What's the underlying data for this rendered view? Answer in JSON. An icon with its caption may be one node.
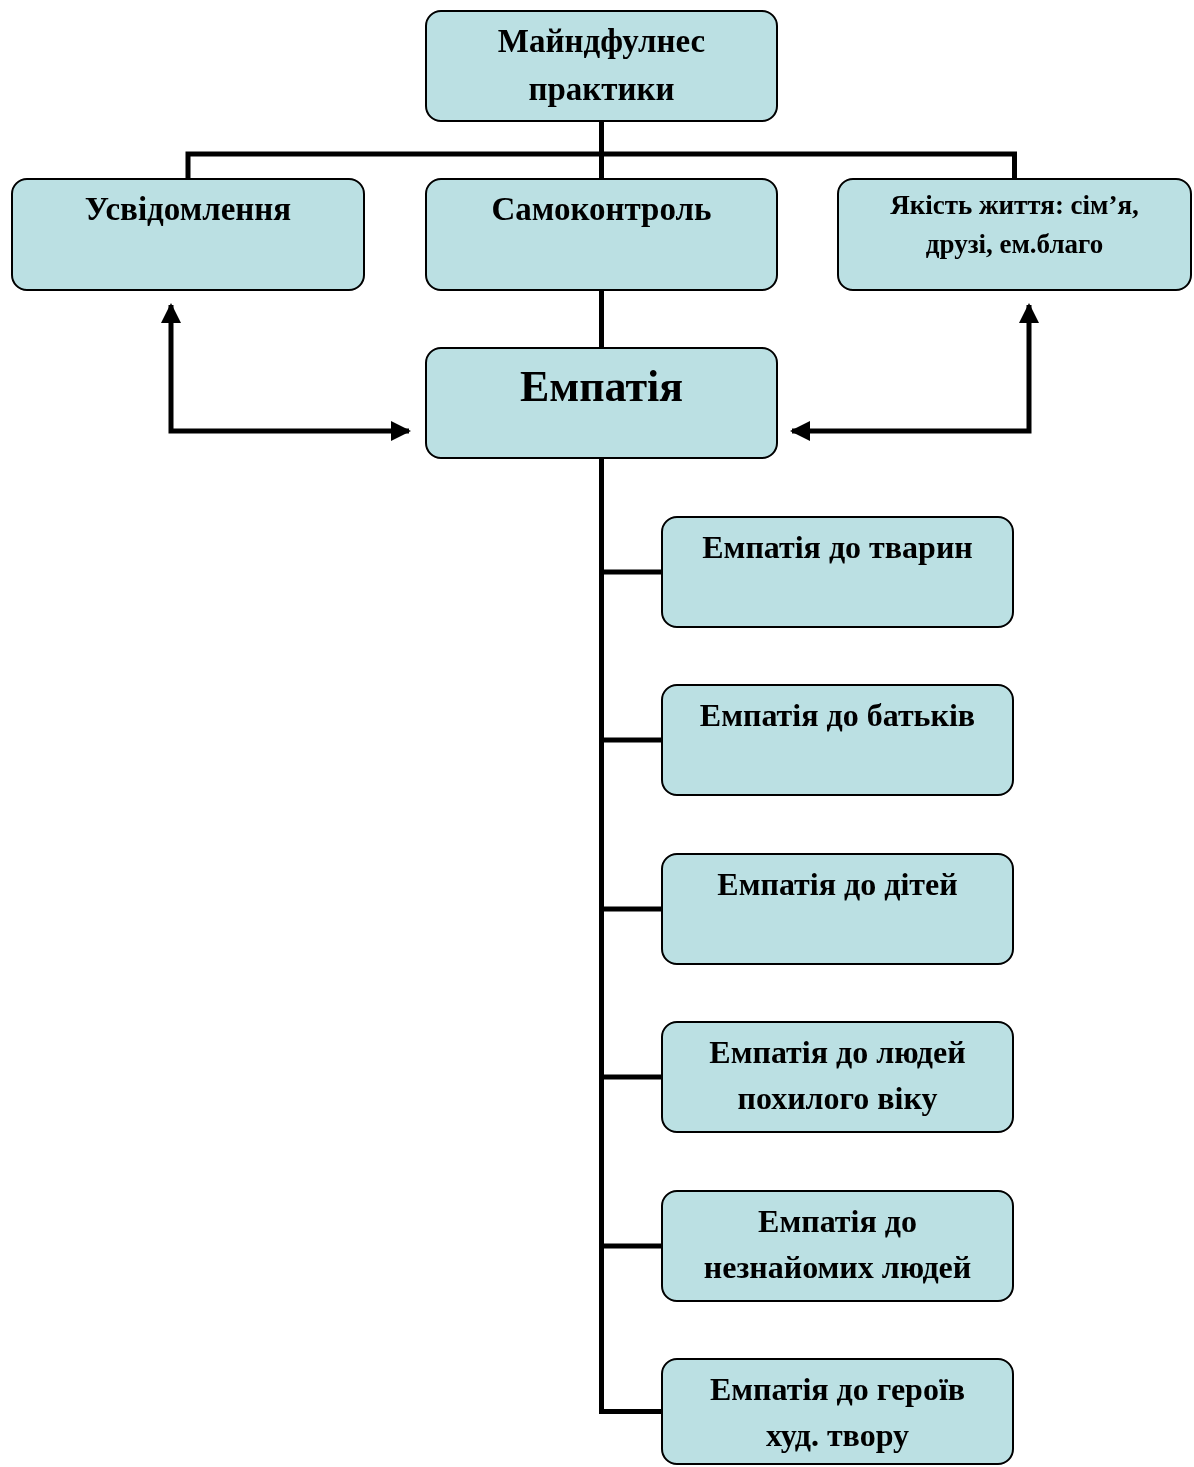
{
  "diagram": {
    "nodes": [
      {
        "text": [
          "Майндфулнес практики"
        ]
      },
      {
        "text": [
          "Усвідомлення"
        ]
      },
      {
        "text": [
          "Самоконтроль"
        ]
      },
      {
        "text": [
          "Якість життя: сім’я, друзі, ем.благо"
        ]
      },
      {
        "text": [
          "Емпатія"
        ]
      },
      {
        "text": [
          "Емпатія до тварин"
        ]
      },
      {
        "text": [
          "Емпатія до батьків"
        ]
      },
      {
        "text": [
          "Емпатія до дітей"
        ]
      },
      {
        "text": [
          "Емпатія до людей похилого віку"
        ]
      },
      {
        "text": [
          "Емпатія до незнайомих людей"
        ]
      },
      {
        "text": [
          "Емпатія до героїв худ. твору"
        ]
      }
    ],
    "edges": [
      {
        "from": 0,
        "to": 1,
        "arrow": "none"
      },
      {
        "from": 0,
        "to": 2,
        "arrow": "none"
      },
      {
        "from": 0,
        "to": 3,
        "arrow": "none"
      },
      {
        "from": 2,
        "to": 4,
        "arrow": "none"
      },
      {
        "from": 1,
        "to": 4,
        "arrow": "both"
      },
      {
        "from": 3,
        "to": 4,
        "arrow": "both"
      },
      {
        "from": 4,
        "to": 5,
        "arrow": "none"
      },
      {
        "from": 4,
        "to": 6,
        "arrow": "none"
      },
      {
        "from": 4,
        "to": 7,
        "arrow": "none"
      },
      {
        "from": 4,
        "to": 8,
        "arrow": "none"
      },
      {
        "from": 4,
        "to": 9,
        "arrow": "none"
      },
      {
        "from": 4,
        "to": 10,
        "arrow": "none"
      }
    ]
  }
}
